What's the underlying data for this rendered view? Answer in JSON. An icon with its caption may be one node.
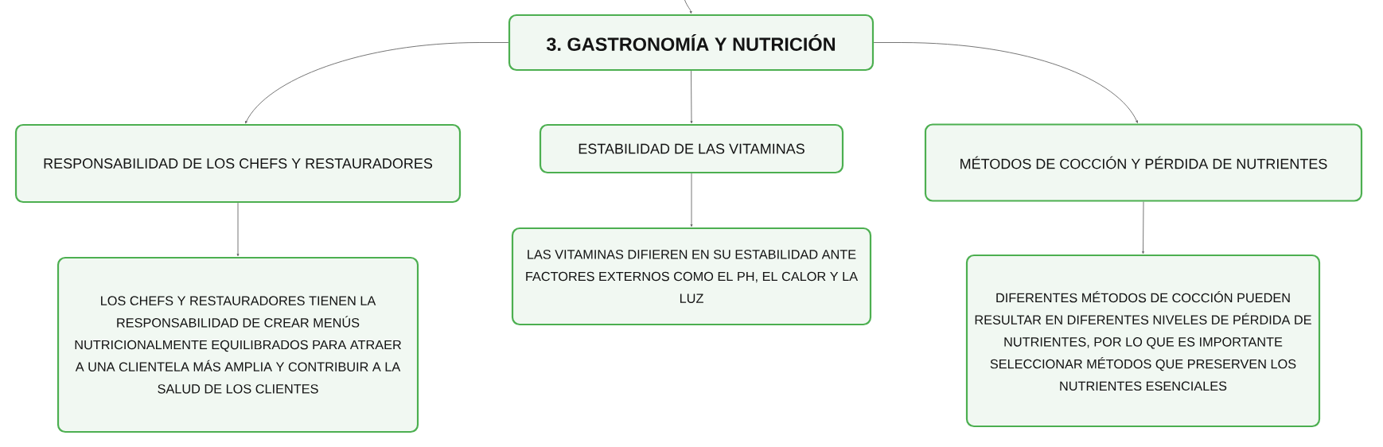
{
  "diagram": {
    "nodes": [
      {
        "text": [
          "3. GASTRONOMÍA Y NUTRICIÓN"
        ]
      },
      {
        "text": [
          "RESPONSABILIDAD DE LOS CHEFS Y RESTAURADORES"
        ]
      },
      {
        "text": [
          "ESTABILIDAD DE LAS VITAMINAS"
        ]
      },
      {
        "text": [
          "MÉTODOS DE COCCIÓN Y PÉRDIDA DE NUTRIENTES"
        ]
      },
      {
        "text": [
          "LOS CHEFS Y RESTAURADORES TIENEN LA RESPONSABILIDAD DE CREAR MENÚS NUTRICIONALMENTE EQUILIBRADOS PARA ATRAER A UNA CLIENTELA MÁS AMPLIA Y CONTRIBUIR A LA SALUD DE LOS CLIENTES"
        ]
      },
      {
        "text": [
          "LAS VITAMINAS DIFIEREN EN SU ESTABILIDAD ANTE FACTORES EXTERNOS COMO EL PH, EL CALOR Y LA LUZ"
        ]
      },
      {
        "text": [
          "DIFERENTES MÉTODOS DE COCCIÓN PUEDEN RESULTAR EN DIFERENTES NIVELES DE PÉRDIDA DE NUTRIENTES, POR LO QUE ES IMPORTANTE SELECCIONAR MÉTODOS QUE PRESERVEN LOS NUTRIENTES ESENCIALES"
        ]
      }
    ],
    "edges": [
      {
        "from": null,
        "to": 0,
        "arrow": "to"
      },
      {
        "from": 0,
        "to": 1,
        "arrow": "to"
      },
      {
        "from": 0,
        "to": 2,
        "arrow": "to"
      },
      {
        "from": 0,
        "to": 3,
        "arrow": "to"
      },
      {
        "from": 1,
        "to": 4,
        "arrow": "to"
      },
      {
        "from": 2,
        "to": 5,
        "arrow": "to"
      },
      {
        "from": 3,
        "to": 6,
        "arrow": "to"
      }
    ]
  }
}
